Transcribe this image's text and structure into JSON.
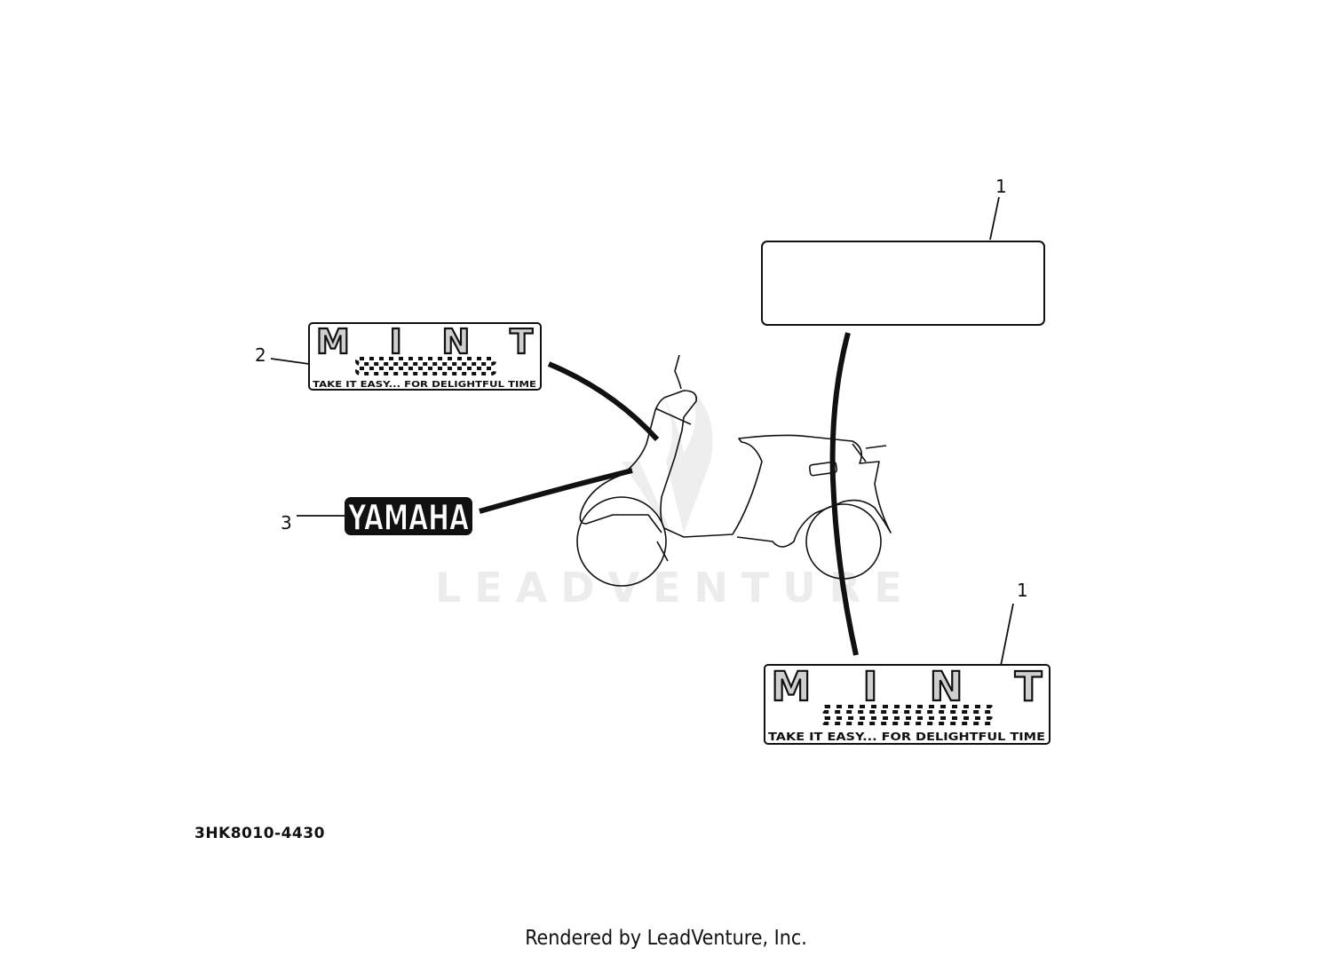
{
  "callouts": {
    "one_top": "1",
    "two": "2",
    "three": "3",
    "one_bottom": "1"
  },
  "decal_mint": {
    "title": "MINT",
    "tagline": "TAKE IT EASY... FOR DELIGHTFUL TIME"
  },
  "decal_yamaha": {
    "text": "YAMAHA"
  },
  "diagram_code": "3HK8010-4430",
  "watermark": "LEADVENTURE",
  "footer": "Rendered by LeadVenture, Inc.",
  "colors": {
    "ink": "#111111",
    "fill_gray": "#cfcfcf",
    "watermark": "#ececec"
  }
}
